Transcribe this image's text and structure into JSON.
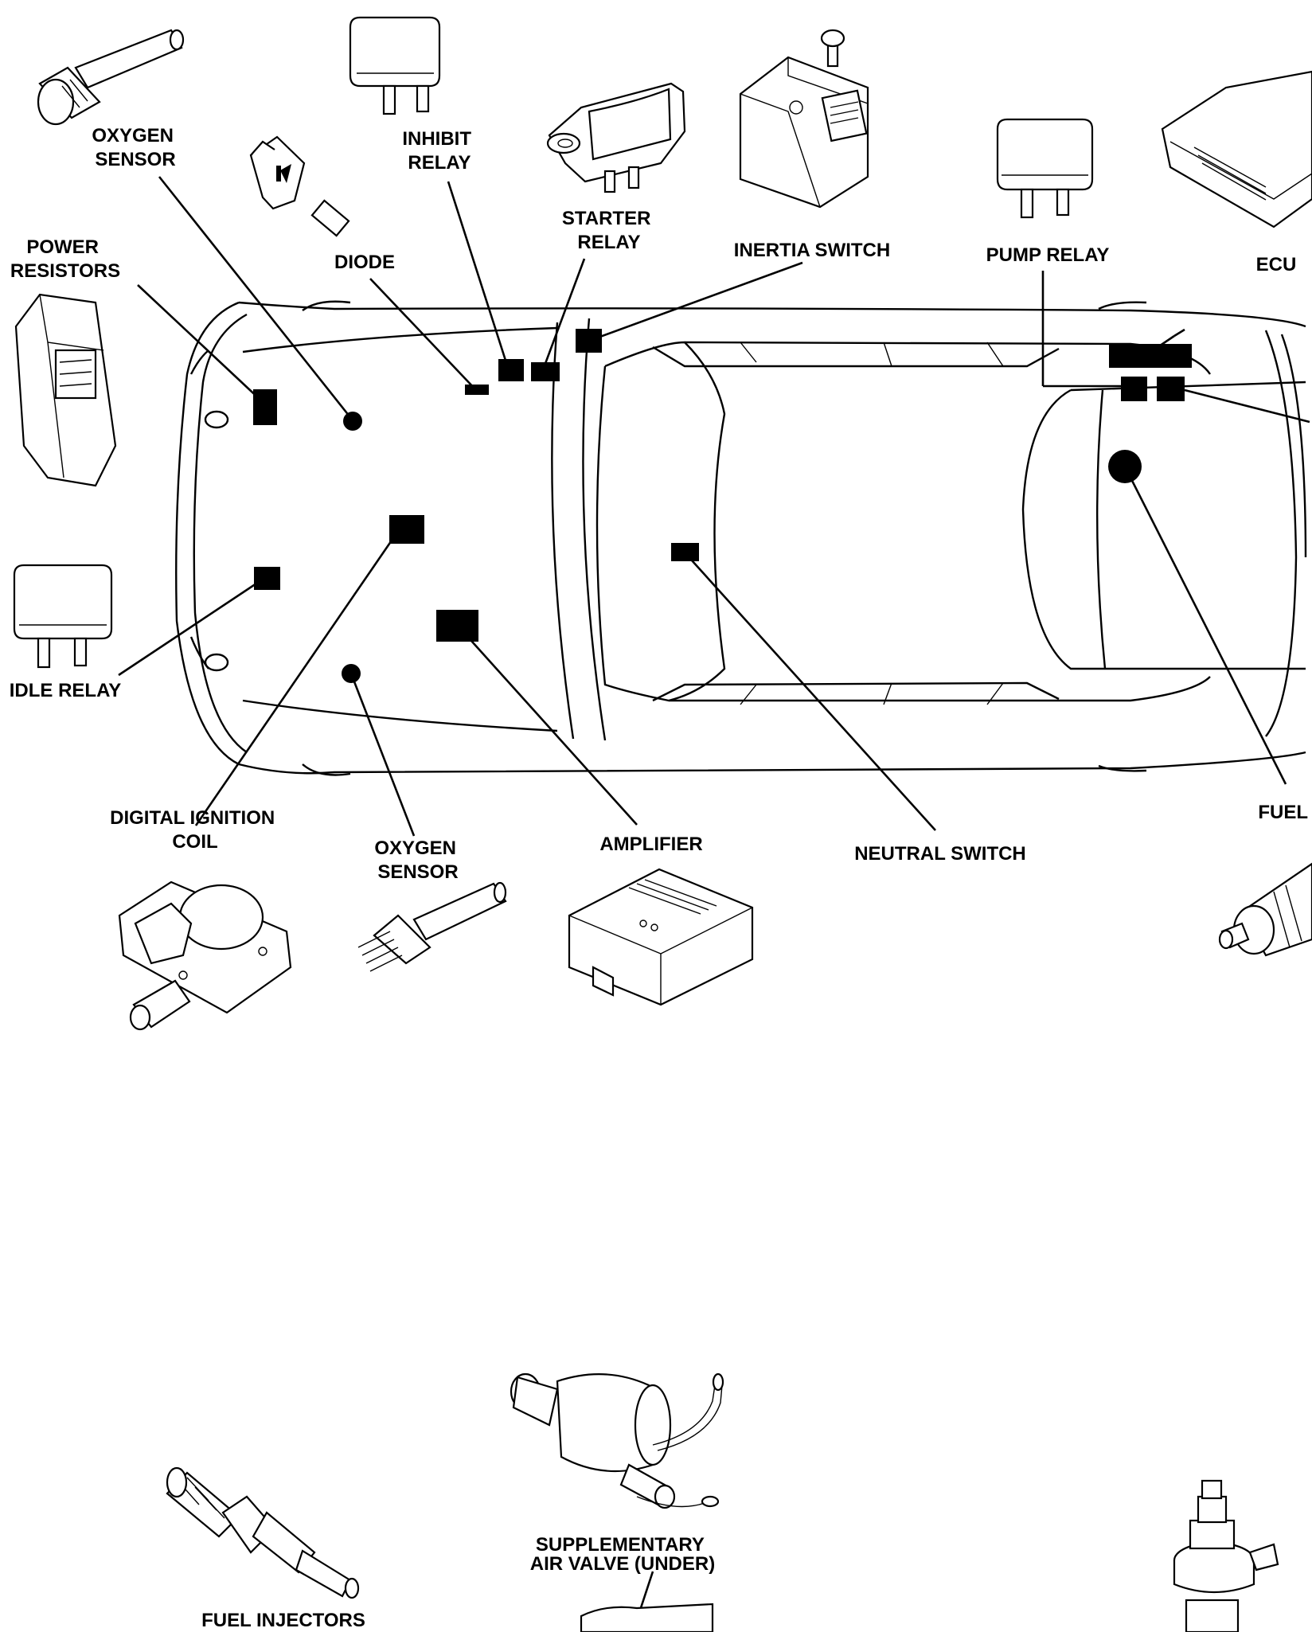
{
  "labels": {
    "oxygen_sensor_top": [
      "OXYGEN",
      "SENSOR"
    ],
    "inhibit_relay": [
      "INHIBIT",
      "RELAY"
    ],
    "starter_relay": [
      "STARTER",
      "RELAY"
    ],
    "inertia_switch": "INERTIA SWITCH",
    "pump_relay": "PUMP RELAY",
    "ecu": "ECU",
    "power_resistors": [
      "POWER",
      "RESISTORS"
    ],
    "diode": "DIODE",
    "idle_relay": "IDLE RELAY",
    "digital_ignition_coil": [
      "DIGITAL IGNITION",
      "COIL"
    ],
    "oxygen_sensor_bottom": [
      "OXYGEN",
      "SENSOR"
    ],
    "amplifier": "AMPLIFIER",
    "neutral_switch": "NEUTRAL SWITCH",
    "fuel": "FUEL",
    "supplementary_air_valve": [
      "SUPPLEMENTARY",
      "AIR VALVE (UNDER)"
    ],
    "fuel_injectors": "FUEL INJECTORS"
  }
}
